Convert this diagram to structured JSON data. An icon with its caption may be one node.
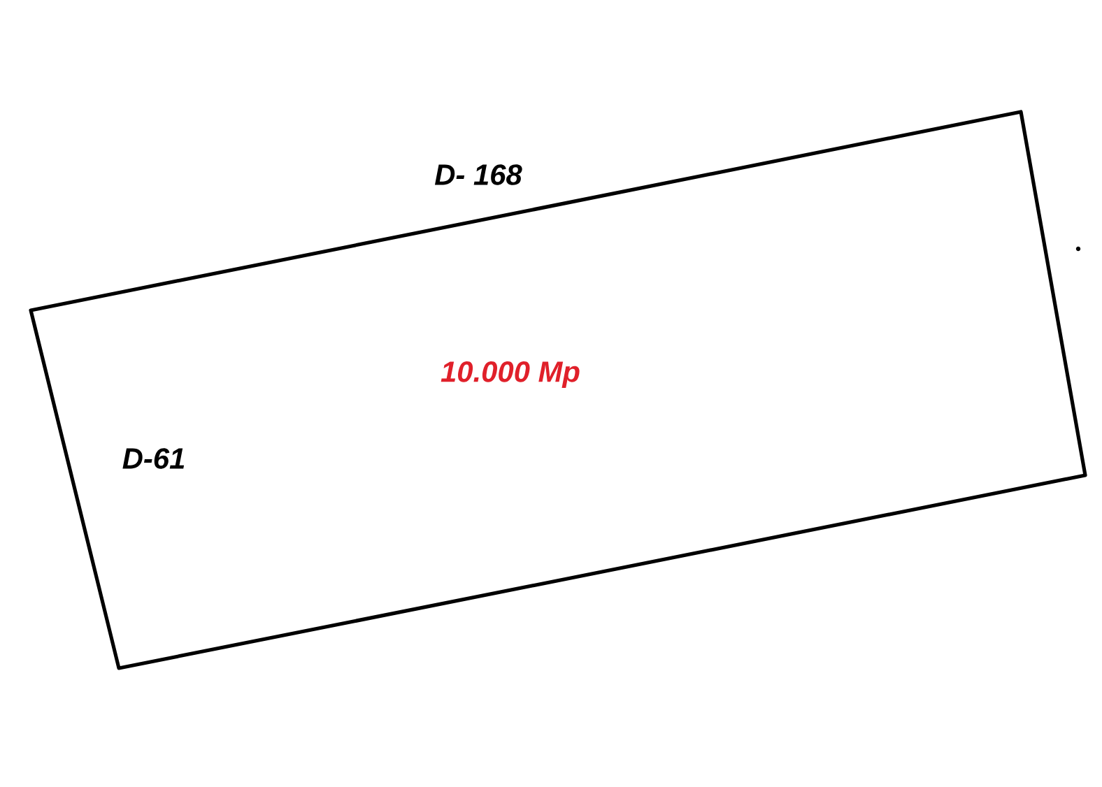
{
  "diagram": {
    "nodes": [
      {
        "text": [
          "10.000 Mp"
        ]
      }
    ],
    "labels": [
      "D- 168",
      "D-61"
    ]
  }
}
